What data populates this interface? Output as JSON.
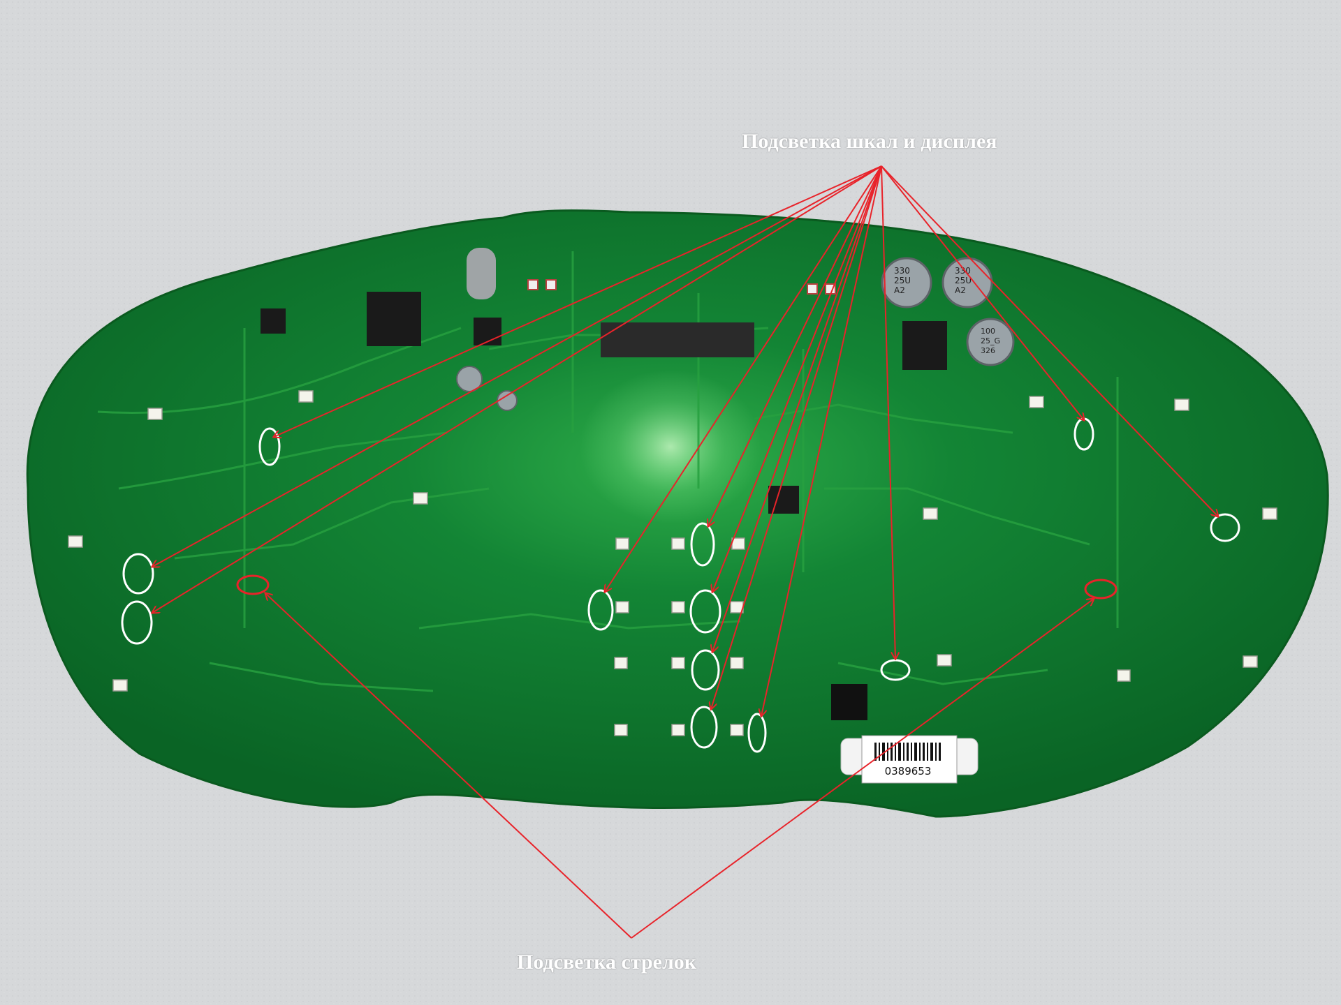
{
  "labels": {
    "scale_display_backlight": "Подсветка шкал и дисплея",
    "needle_backlight": "Подсветка стрелок"
  },
  "components": {
    "capacitor_1": [
      "330",
      "25U",
      "A2"
    ],
    "capacitor_2": [
      "330",
      "25U",
      "A2"
    ],
    "capacitor_3": [
      "100",
      "25_G",
      "326"
    ],
    "barcode_number": "0389653"
  },
  "colors": {
    "board": "#0f7a2c",
    "board_dark": "#0a5a1f",
    "annotation": "#e8232a",
    "highlight_circle": "#ffffff",
    "background": "#d6d8da"
  }
}
